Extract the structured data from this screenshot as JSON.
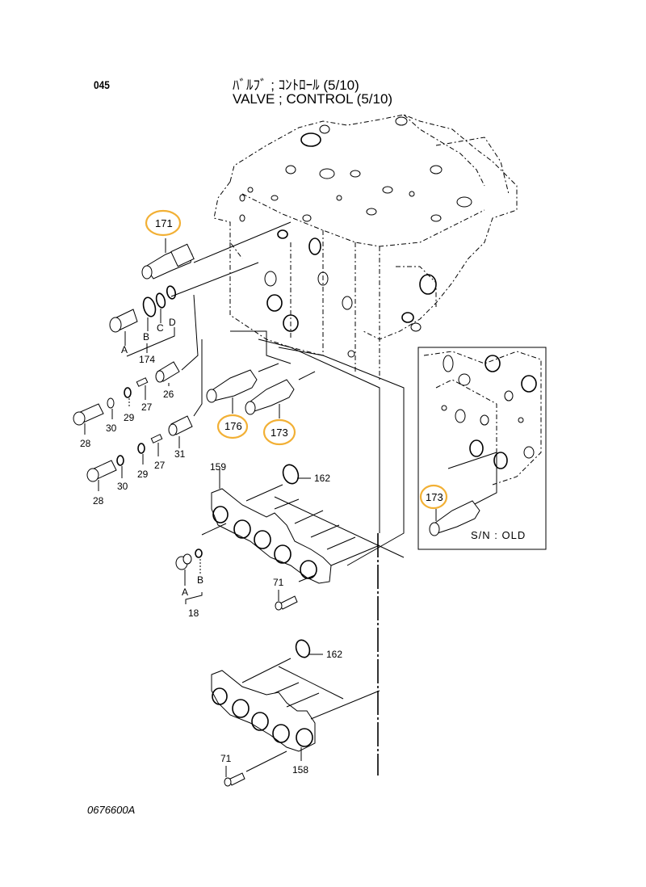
{
  "header": {
    "page_code": "045",
    "title_jp": "ﾊﾞﾙﾌﾞ ; ｺﾝﾄﾛｰﾙ (5/10)",
    "title_en": "VALVE ; CONTROL (5/10)"
  },
  "footer": {
    "drawing_code": "0676600A"
  },
  "highlight_color": "#f2b035",
  "inset": {
    "label": "S/N : OLD",
    "part_label": "173"
  },
  "callouts": {
    "p171": "171",
    "p176": "176",
    "p173": "173",
    "p174": "174",
    "p174_A": "A",
    "p174_B": "B",
    "p174_C": "C",
    "p174_D": "D",
    "p26": "26",
    "p27a": "27",
    "p27b": "27",
    "p28a": "28",
    "p28b": "28",
    "p29a": "29",
    "p29b": "29",
    "p30a": "30",
    "p30b": "30",
    "p31": "31",
    "p159": "159",
    "p162a": "162",
    "p162b": "162",
    "p18": "18",
    "p18_A": "A",
    "p18_B": "B",
    "p71a": "71",
    "p71b": "71",
    "p158": "158"
  },
  "highlighted_parts": [
    "171",
    "176",
    "173",
    "173 (S/N : OLD)"
  ]
}
